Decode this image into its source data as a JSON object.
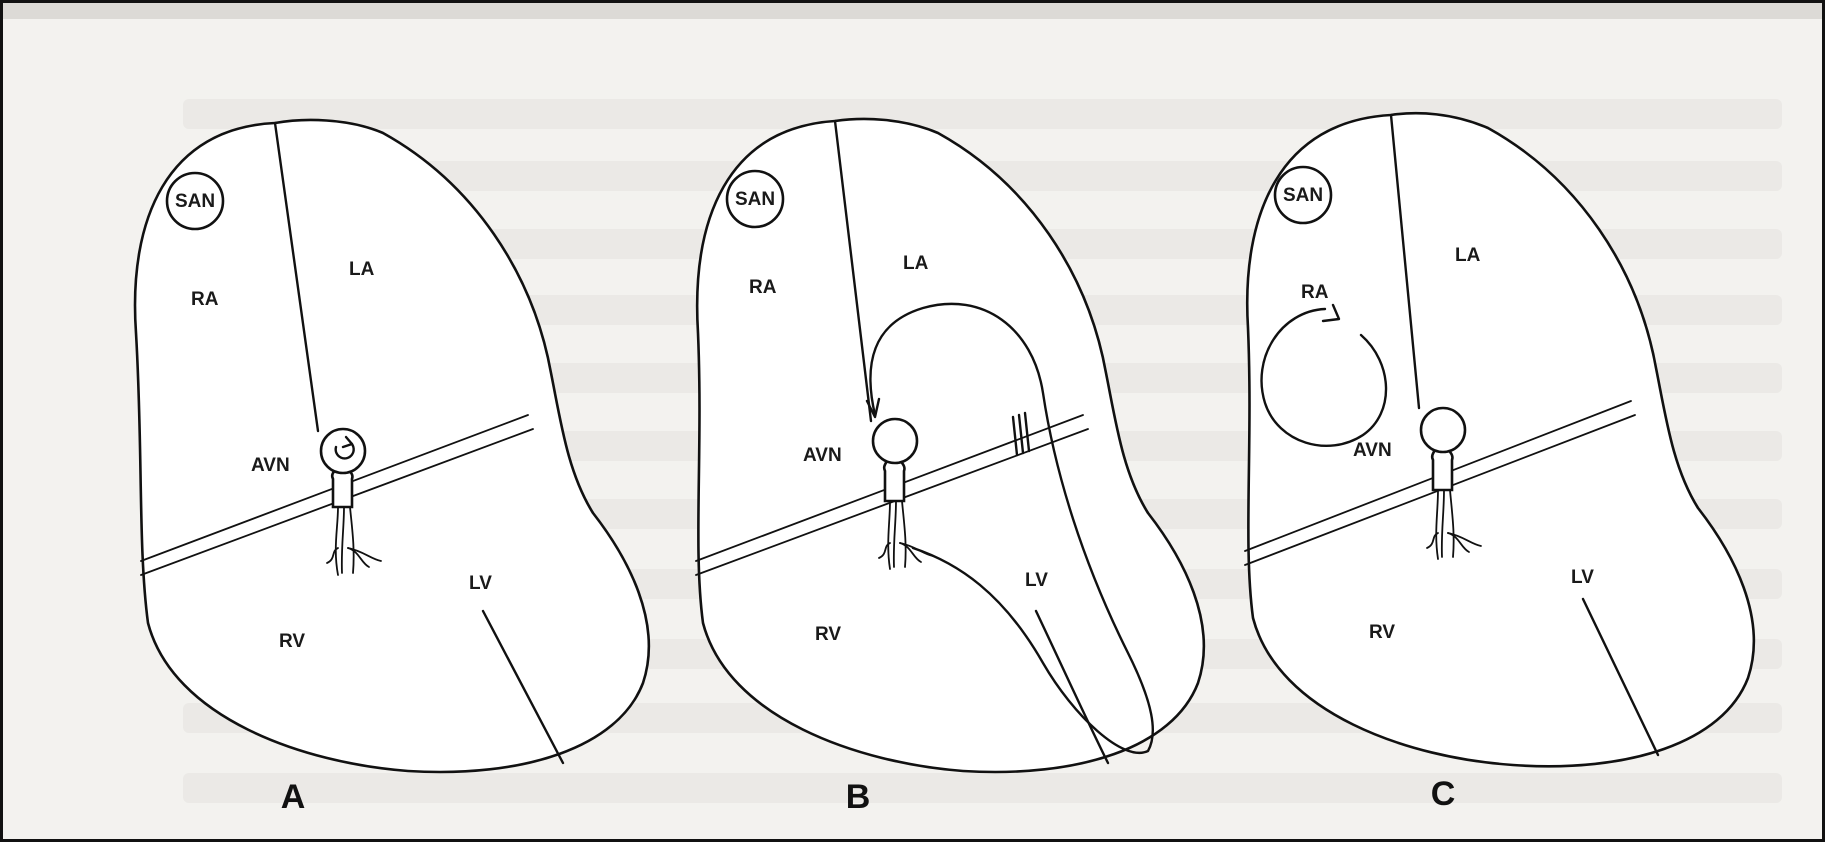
{
  "panels": [
    {
      "letter": "A",
      "labels": {
        "san": "SAN",
        "ra": "RA",
        "la": "LA",
        "avn": "AVN",
        "rv": "RV",
        "lv": "LV"
      }
    },
    {
      "letter": "B",
      "labels": {
        "san": "SAN",
        "ra": "RA",
        "la": "LA",
        "avn": "AVN",
        "rv": "RV",
        "lv": "LV"
      }
    },
    {
      "letter": "C",
      "labels": {
        "san": "SAN",
        "ra": "RA",
        "la": "LA",
        "avn": "AVN",
        "rv": "RV",
        "lv": "LV"
      }
    }
  ],
  "colors": {
    "ink": "#111111",
    "paper": "#f3f2ef",
    "heart_fill": "#ffffff"
  }
}
